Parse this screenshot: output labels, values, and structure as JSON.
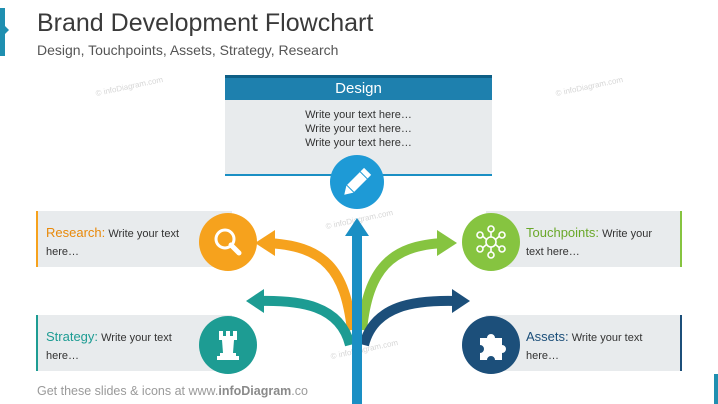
{
  "title": "Brand Development Flowchart",
  "subtitle": "Design, Touchpoints, Assets, Strategy, Research",
  "watermark": "© infoDiagram.com",
  "design": {
    "header": "Design",
    "lines": [
      "Write your text here…",
      "Write your text here…",
      "Write your text here…"
    ],
    "icon": "pencil-icon",
    "color": "#1e80ae"
  },
  "cards": {
    "research": {
      "label": "Research:",
      "text1": "Write your text",
      "text2": "here…",
      "icon": "magnifier-icon",
      "color": "#f6a21d"
    },
    "touchpoints": {
      "label": "Touchpoints:",
      "text1": "Write your",
      "text2": "text here…",
      "icon": "network-icon",
      "color": "#86c440"
    },
    "strategy": {
      "label": "Strategy:",
      "text1": "Write your text",
      "text2": "here…",
      "icon": "chess-rook-icon",
      "color": "#1d9c93"
    },
    "assets": {
      "label": "Assets:",
      "text1": "Write your text",
      "text2": "here…",
      "icon": "puzzle-icon",
      "color": "#1c4f7a"
    }
  },
  "arrow_colors": {
    "trunk": "#1a8fc4",
    "research": "#f6a21d",
    "touchpoints": "#86c440",
    "strategy": "#1d9c93",
    "assets": "#1c4f7a"
  },
  "footer": {
    "prefix": "Get these slides & icons at www.",
    "brand": "infoDiagram",
    "suffix": ".co"
  }
}
